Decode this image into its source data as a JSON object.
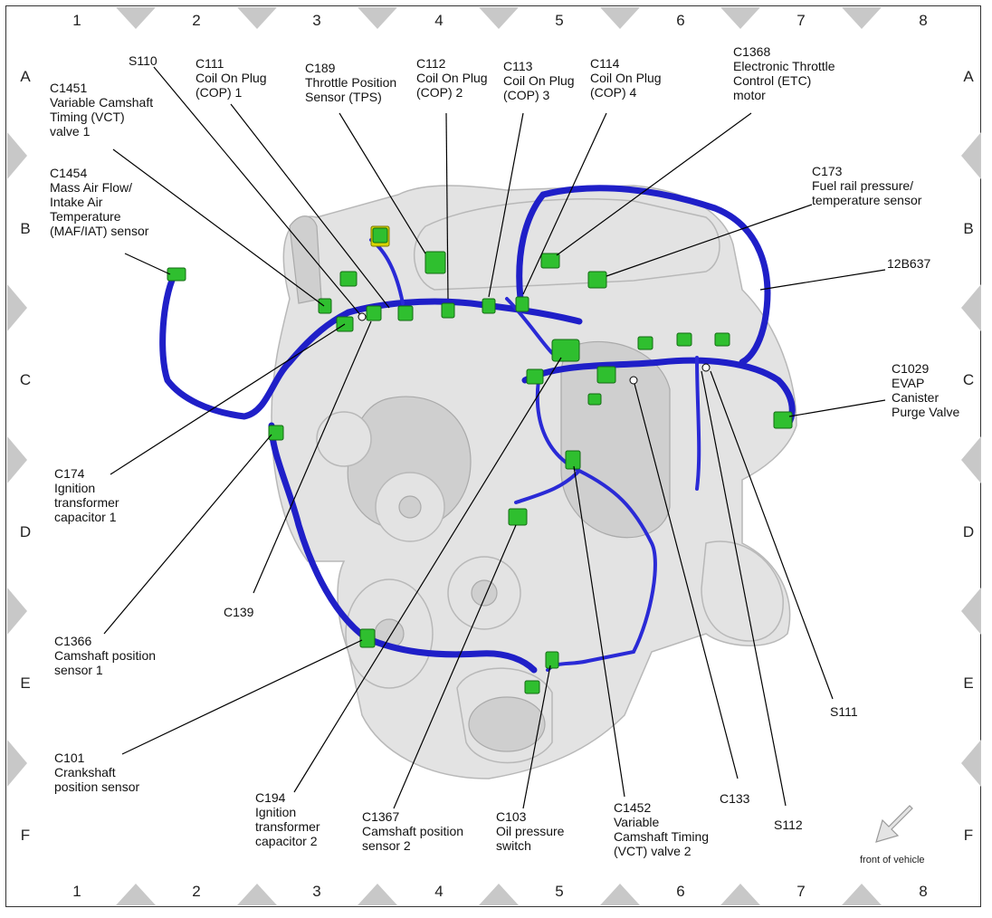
{
  "grid": {
    "columns": [
      "1",
      "2",
      "3",
      "4",
      "5",
      "6",
      "7",
      "8"
    ],
    "rows": [
      "A",
      "B",
      "C",
      "D",
      "E",
      "F"
    ]
  },
  "labels": {
    "s110": [
      "S110"
    ],
    "c111": [
      "C111",
      "Coil On Plug",
      "(COP) 1"
    ],
    "c189": [
      "C189",
      "Throttle Position",
      "Sensor (TPS)"
    ],
    "c112": [
      "C112",
      "Coil On Plug",
      "(COP) 2"
    ],
    "c113": [
      "C113",
      "Coil On Plug",
      "(COP) 3"
    ],
    "c114": [
      "C114",
      "Coil On Plug",
      "(COP) 4"
    ],
    "c1368": [
      "C1368",
      "Electronic Throttle",
      "Control (ETC)",
      "motor"
    ],
    "c1451": [
      "C1451",
      "Variable Camshaft",
      "Timing (VCT)",
      "valve 1"
    ],
    "c1454": [
      "C1454",
      "Mass Air Flow/",
      "Intake Air",
      "Temperature",
      "(MAF/IAT) sensor"
    ],
    "c173": [
      "C173",
      "Fuel rail pressure/",
      "temperature sensor"
    ],
    "h12b637": [
      "12B637"
    ],
    "c1029": [
      "C1029",
      "EVAP",
      "Canister",
      "Purge Valve"
    ],
    "c174": [
      "C174",
      "Ignition",
      "transformer",
      "capacitor 1"
    ],
    "c139": [
      "C139"
    ],
    "c1366": [
      "C1366",
      "Camshaft position",
      "sensor 1"
    ],
    "s111": [
      "S111"
    ],
    "c101": [
      "C101",
      "Crankshaft",
      "position sensor"
    ],
    "c133": [
      "C133"
    ],
    "s112": [
      "S112"
    ],
    "c194": [
      "C194",
      "Ignition",
      "transformer",
      "capacitor 2"
    ],
    "c1367": [
      "C1367",
      "Camshaft position",
      "sensor 2"
    ],
    "c103": [
      "C103",
      "Oil pressure",
      "switch"
    ],
    "c1452": [
      "C1452",
      "Variable",
      "Camshaft Timing",
      "(VCT) valve 2"
    ]
  },
  "front_label": "front of vehicle",
  "colors": {
    "harness": "#1f1fc8",
    "connector": "#2fbf2f",
    "engine": "#e3e3e3"
  }
}
